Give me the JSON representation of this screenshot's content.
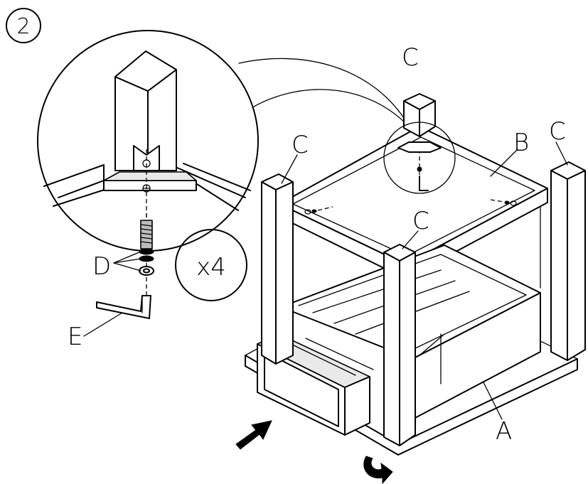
{
  "step_number": "2",
  "quantity_label": "x4",
  "part_labels": {
    "A": "A",
    "B": "B",
    "C": "C",
    "D": "D",
    "E": "E"
  },
  "icons": [
    "step-circle-icon",
    "push-arrow-icon",
    "rotate-arrow-icon",
    "allen-key-icon"
  ]
}
